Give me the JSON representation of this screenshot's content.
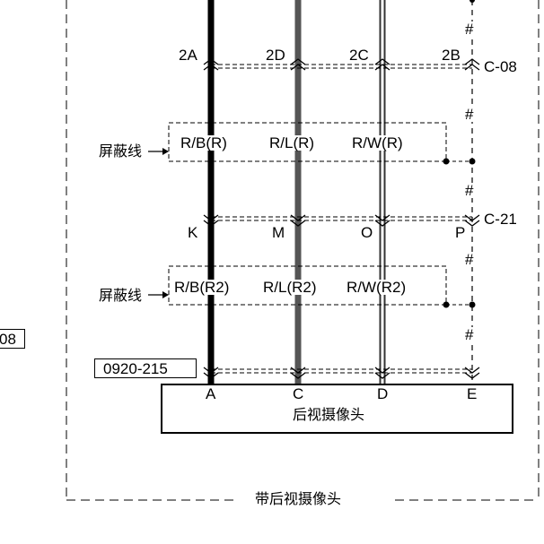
{
  "diagram": {
    "connector_top": {
      "name": "C-08",
      "pins": [
        "2A",
        "2D",
        "2C",
        "2B"
      ]
    },
    "connector_mid": {
      "name": "C-21",
      "pins": [
        "K",
        "M",
        "O",
        "P"
      ]
    },
    "shield_upper": {
      "label": "屏蔽线",
      "wires": [
        "R/B(R)",
        "R/L(R)",
        "R/W(R)"
      ]
    },
    "shield_lower": {
      "label": "屏蔽线",
      "wires": [
        "R/B(R2)",
        "R/L(R2)",
        "R/W(R2)"
      ]
    },
    "component": {
      "code": "0920-215",
      "name": "后视摄像头",
      "pins": [
        "A",
        "C",
        "D",
        "E"
      ]
    },
    "hash_mark": "#",
    "edge_fragment": "08",
    "option_label": "带后视摄像头"
  }
}
